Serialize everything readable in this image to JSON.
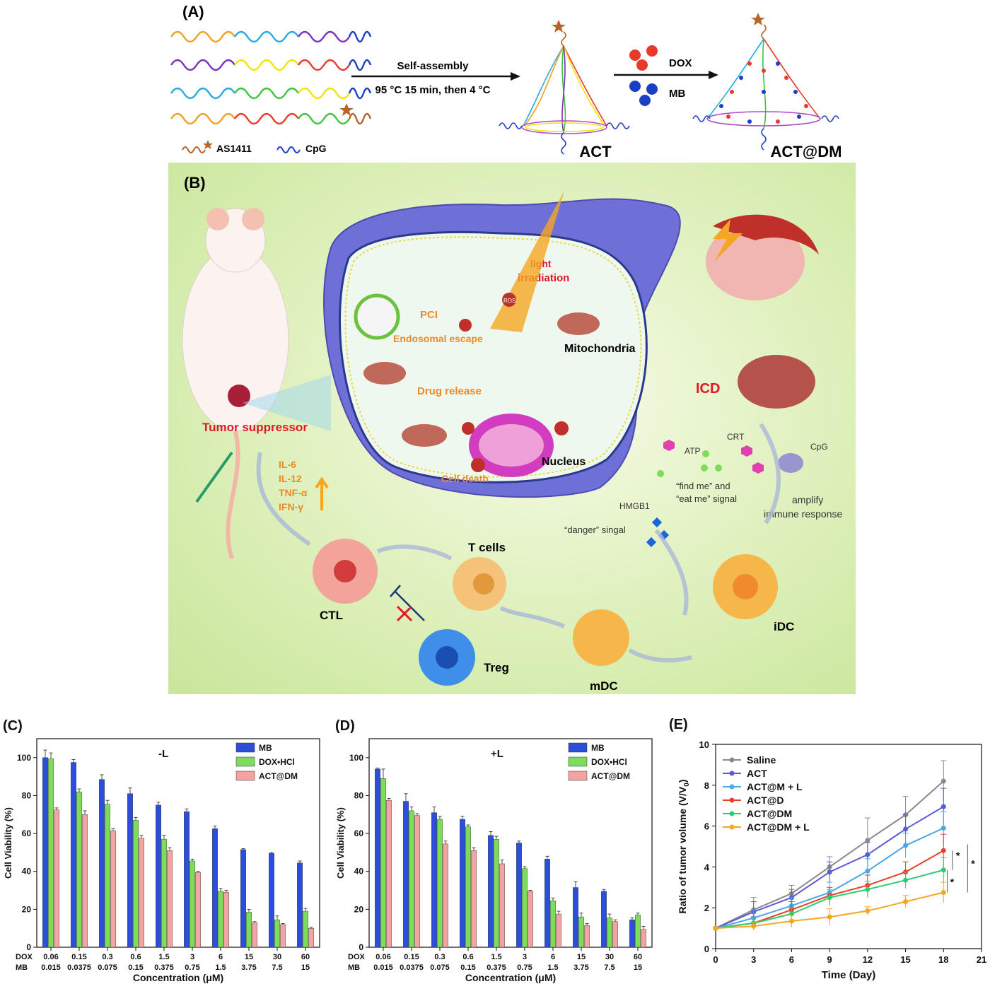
{
  "panelA": {
    "label": "(A)",
    "arrow1_top": "Self-assembly",
    "arrow1_bottom": "95 °C 15 min, then 4 °C",
    "product1": "ACT",
    "dox_label": "DOX",
    "mb_label": "MB",
    "product2": "ACT@DM",
    "legend_as": "AS1411",
    "legend_cpg": "CpG"
  },
  "panelB": {
    "label": "(B)",
    "light": "light",
    "irradiation": "irradiation",
    "pci": "PCI",
    "ros": "ROS",
    "endosomal": "Endosomal escape",
    "mito": "Mitochondria",
    "drug_release": "Drug release",
    "nucleus": "Nucleus",
    "cell_death": "Cell death",
    "tumor": "Tumor suppressor",
    "cytokines": [
      "IL-6",
      "IL-12",
      "TNF-α",
      "IFN-γ"
    ],
    "icd": "ICD",
    "crt": "CRT",
    "atp": "ATP",
    "cpg": "CpG",
    "findme1": "“find me” and",
    "findme2": "“eat me” signal",
    "hmgb1": "HMGB1",
    "danger": "“danger” singal",
    "amplify1": "amplify",
    "amplify2": "immune response",
    "tcells": "T cells",
    "ctl": "CTL",
    "treg": "Treg",
    "mdc": "mDC",
    "idc": "iDC"
  },
  "colors": {
    "mb": "#2b4fd8",
    "dox": "#7ddc5a",
    "actdm": "#f4a3a3",
    "saline": "#8a8a8a",
    "act": "#5b5bd6",
    "actml": "#4aa8e8",
    "actd": "#e8402a",
    "actdm_line": "#2ecc71",
    "actdml": "#f5a623"
  },
  "chart_data": [
    {
      "id": "C",
      "panel_label": "(C)",
      "type": "bar",
      "annotation": "-L",
      "ylabel": "Cell Viability (%)",
      "xlabel": "Concentration (μM)",
      "ylim": [
        0,
        110
      ],
      "yticks": [
        0,
        20,
        40,
        60,
        80,
        100
      ],
      "row_label_dox": "DOX",
      "row_label_mb": "MB",
      "dox_conc": [
        "0.06",
        "0.15",
        "0.3",
        "0.6",
        "1.5",
        "3",
        "6",
        "15",
        "30",
        "60"
      ],
      "mb_conc": [
        "0.015",
        "0.0375",
        "0.075",
        "0.15",
        "0.375",
        "0.75",
        "1.5",
        "3.75",
        "7.5",
        "15"
      ],
      "series": [
        {
          "name": "MB",
          "values": [
            100,
            97.5,
            88.5,
            81,
            75,
            71.5,
            62.5,
            51.5,
            49.5,
            44.5
          ],
          "errors": [
            4,
            1.5,
            2.5,
            3,
            1.5,
            1.5,
            1.5,
            0.5,
            0.5,
            1
          ]
        },
        {
          "name": "DOX•HCl",
          "values": [
            99.5,
            82,
            75.5,
            67,
            57,
            45.5,
            29.5,
            18.5,
            14.5,
            19
          ],
          "errors": [
            3,
            1.5,
            2,
            1.5,
            2,
            1,
            1.5,
            1.5,
            2,
            1.5
          ]
        },
        {
          "name": "ACT@DM",
          "values": [
            72.5,
            70,
            61.5,
            57.5,
            51,
            39.5,
            29,
            13,
            12,
            10
          ],
          "errors": [
            1,
            2,
            1,
            1.5,
            1.5,
            0.5,
            1,
            0.5,
            0.5,
            0.5
          ]
        }
      ]
    },
    {
      "id": "D",
      "panel_label": "(D)",
      "type": "bar",
      "annotation": "+L",
      "ylabel": "Cell Viability (%)",
      "xlabel": "Concentration (μM)",
      "ylim": [
        0,
        110
      ],
      "yticks": [
        0,
        20,
        40,
        60,
        80,
        100
      ],
      "row_label_dox": "DOX",
      "row_label_mb": "MB",
      "dox_conc": [
        "0.06",
        "0.15",
        "0.3",
        "0.6",
        "1.5",
        "3",
        "6",
        "15",
        "30",
        "60"
      ],
      "mb_conc": [
        "0.015",
        "0.0375",
        "0.075",
        "0.15",
        "0.375",
        "0.75",
        "1.5",
        "3.75",
        "7.5",
        "15"
      ],
      "series": [
        {
          "name": "MB",
          "values": [
            94,
            77,
            71,
            67.5,
            59,
            55,
            46.5,
            31.5,
            29.5,
            14.5
          ],
          "errors": [
            0.5,
            4,
            3,
            1.5,
            2,
            1,
            1.5,
            3,
            1,
            1
          ]
        },
        {
          "name": "DOX•HCl",
          "values": [
            89,
            72,
            67.5,
            63.5,
            57,
            41.5,
            24.5,
            16,
            15.5,
            17
          ],
          "errors": [
            5,
            2,
            1.5,
            1,
            1.5,
            1,
            1.5,
            2,
            2,
            1
          ]
        },
        {
          "name": "ACT@DM",
          "values": [
            77.5,
            69.5,
            54.5,
            51,
            44,
            29.5,
            17.5,
            11.5,
            13.5,
            9.5
          ],
          "errors": [
            1,
            1,
            1.5,
            1.5,
            2,
            0.5,
            1.5,
            1,
            1,
            1.5
          ]
        }
      ]
    },
    {
      "id": "E",
      "panel_label": "(E)",
      "type": "line",
      "ylabel": "Ratio of tumor volume (V/V",
      "ylabel_sub": "0",
      "ylabel_end": ")",
      "xlabel": "Time (Day)",
      "xlim": [
        0,
        21
      ],
      "ylim": [
        0,
        10
      ],
      "xticks": [
        0,
        3,
        6,
        9,
        12,
        15,
        18,
        21
      ],
      "yticks": [
        0,
        2,
        4,
        6,
        8,
        10
      ],
      "significance": [
        "*",
        "*",
        "*"
      ],
      "x": [
        0,
        3,
        6,
        9,
        12,
        15,
        18
      ],
      "series": [
        {
          "name": "Saline",
          "values": [
            1,
            1.9,
            2.7,
            4.0,
            5.3,
            6.55,
            8.2
          ],
          "errors": [
            0.05,
            0.6,
            0.4,
            0.5,
            1.1,
            0.9,
            1.0
          ]
        },
        {
          "name": "ACT",
          "values": [
            1,
            1.8,
            2.5,
            3.75,
            4.6,
            5.85,
            6.95
          ],
          "errors": [
            0.05,
            0.5,
            0.4,
            0.5,
            0.6,
            0.7,
            0.9
          ]
        },
        {
          "name": "ACT@M + L",
          "values": [
            1,
            1.5,
            2.1,
            2.75,
            3.8,
            5.05,
            5.9
          ],
          "errors": [
            0.05,
            0.4,
            0.4,
            0.5,
            0.6,
            0.6,
            0.8
          ]
        },
        {
          "name": "ACT@D",
          "values": [
            1,
            1.25,
            1.9,
            2.6,
            3.1,
            3.75,
            4.8
          ],
          "errors": [
            0.05,
            0.3,
            0.4,
            0.4,
            0.5,
            0.5,
            0.8
          ]
        },
        {
          "name": "ACT@DM",
          "values": [
            1,
            1.25,
            1.7,
            2.5,
            2.9,
            3.35,
            3.85
          ],
          "errors": [
            0.05,
            0.3,
            0.3,
            0.4,
            0.4,
            0.4,
            0.6
          ]
        },
        {
          "name": "ACT@DM + L",
          "values": [
            1,
            1.1,
            1.35,
            1.55,
            1.85,
            2.3,
            2.75
          ],
          "errors": [
            0.05,
            0.2,
            0.3,
            0.4,
            0.2,
            0.3,
            0.5
          ]
        }
      ]
    }
  ]
}
